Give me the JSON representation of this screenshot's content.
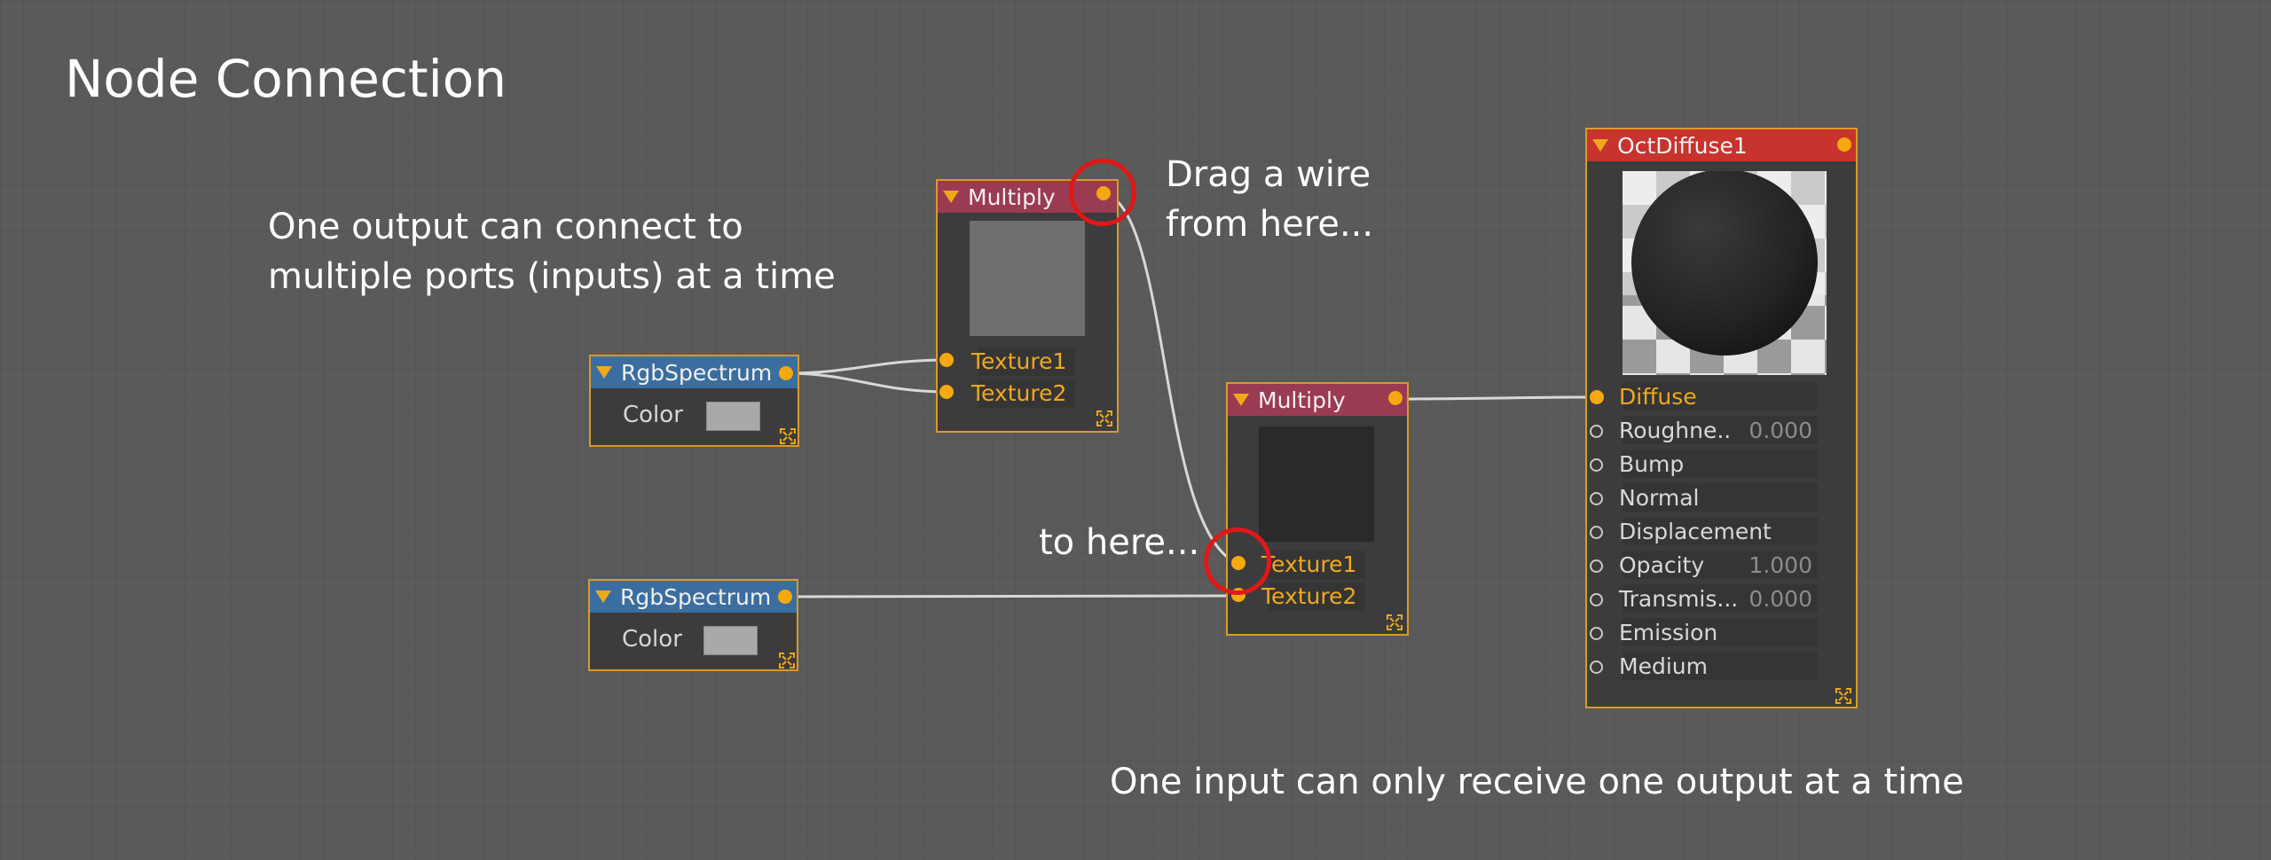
{
  "title": "Node Connection",
  "captions": {
    "multi_output_line1": "One output can connect to",
    "multi_output_line2": "multiple ports (inputs) at a time",
    "drag_line1": "Drag a wire",
    "drag_line2": "from here...",
    "to_here": "to here...",
    "single_input": "One input can only receive one output at a time"
  },
  "nodes": {
    "rgb1": {
      "title": "RgbSpectrum",
      "color_label": "Color"
    },
    "rgb2": {
      "title": "RgbSpectrum",
      "color_label": "Color"
    },
    "multiply1": {
      "title": "Multiply",
      "pins": [
        "Texture1",
        "Texture2"
      ]
    },
    "multiply2": {
      "title": "Multiply",
      "pins": [
        "Texture1",
        "Texture2"
      ]
    },
    "oct_diffuse": {
      "title": "OctDiffuse1",
      "pins": [
        {
          "label": "Diffuse",
          "value": ""
        },
        {
          "label": "Roughne..",
          "value": "0.000"
        },
        {
          "label": "Bump",
          "value": ""
        },
        {
          "label": "Normal",
          "value": ""
        },
        {
          "label": "Displacement",
          "value": ""
        },
        {
          "label": "Opacity",
          "value": "1.000"
        },
        {
          "label": "Transmis...",
          "value": "0.000"
        },
        {
          "label": "Emission",
          "value": ""
        },
        {
          "label": "Medium",
          "value": ""
        }
      ]
    }
  },
  "colors": {
    "port": "#f5a80f",
    "wire": "#d8d8d8",
    "highlight": "#e01818",
    "header_rgb": "#3b6ea0",
    "header_multiply": "#9b3b52",
    "header_oct": "#c8332e",
    "node_border": "#d89a2a"
  },
  "icons": {
    "collapse": "collapse-triangle-icon",
    "expand": "expand-corners-icon"
  }
}
